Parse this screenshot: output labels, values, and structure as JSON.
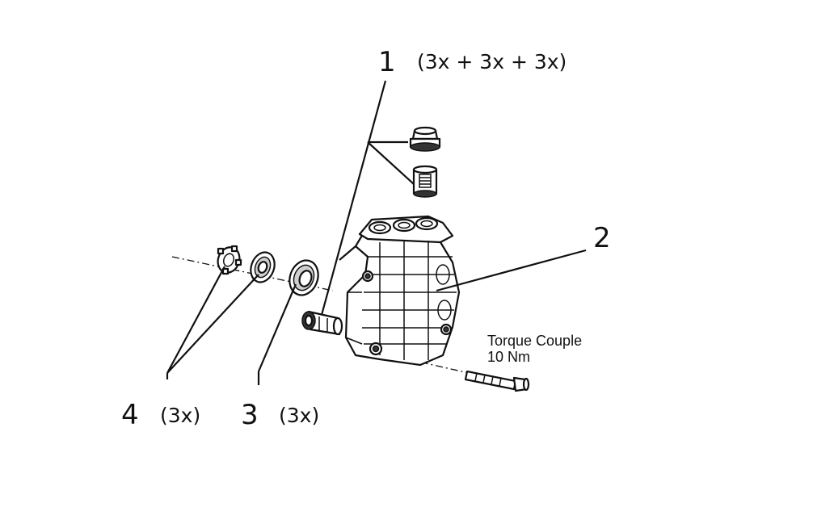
{
  "callouts": [
    {
      "number": "1",
      "quantity": "(3x + 3x + 3x)"
    },
    {
      "number": "2",
      "quantity": ""
    },
    {
      "number": "3",
      "quantity": "(3x)"
    },
    {
      "number": "4",
      "quantity": "(3x)"
    }
  ],
  "torque_note": {
    "line1": "Torque Couple",
    "line2": "10 Nm"
  }
}
